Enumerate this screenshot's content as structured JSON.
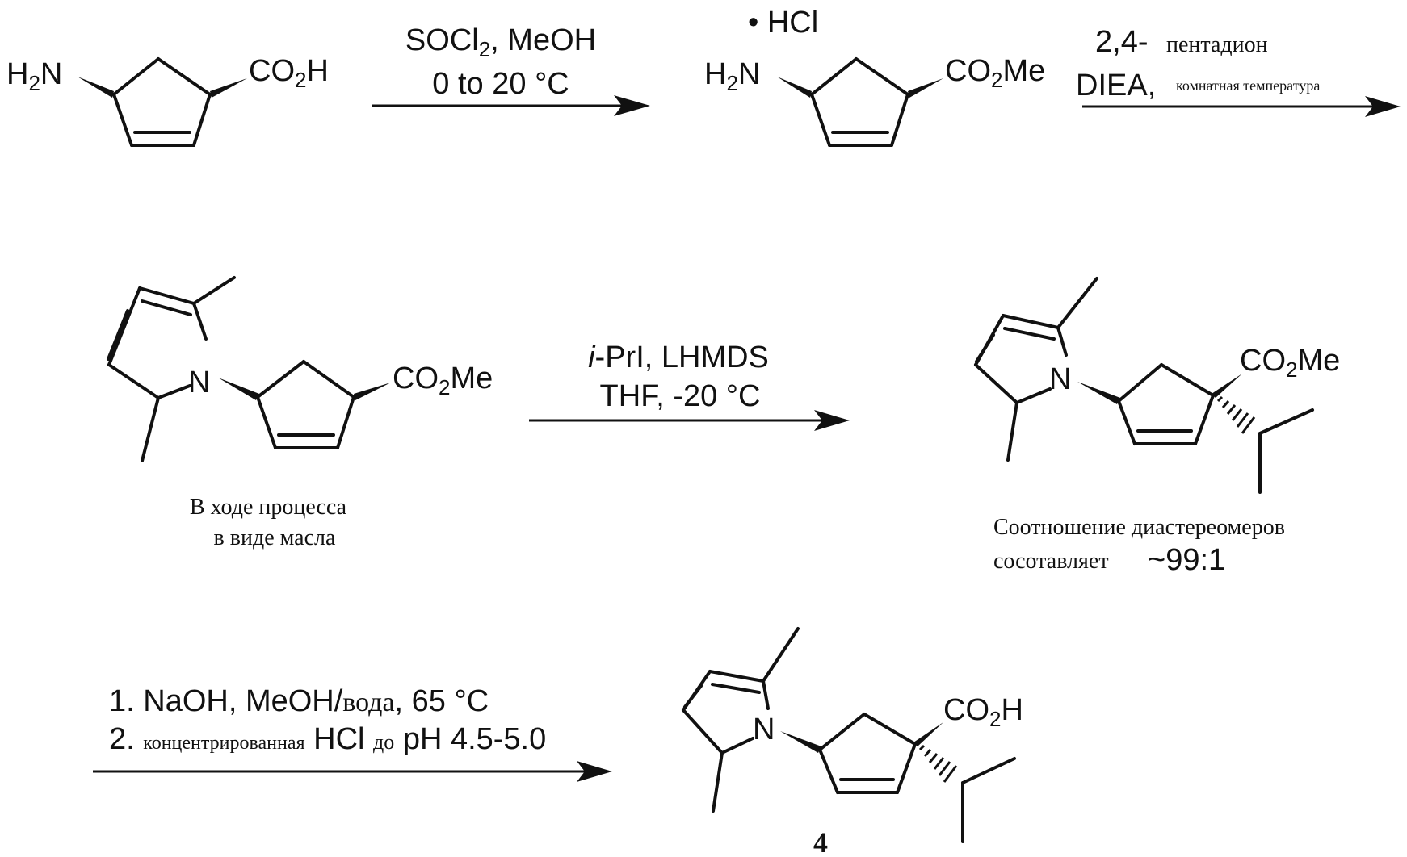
{
  "compounds": {
    "start": {
      "amine": "H2N",
      "acid": "CO2H"
    },
    "ester_salt": {
      "salt": "• HCl",
      "amine": "H2N",
      "ester": "CO2Me"
    },
    "pyrrole_ester": {
      "nitrogen": "N",
      "ester": "CO2Me",
      "note_line1": "В ходе процесса",
      "note_line2": "в виде масла"
    },
    "alkylated": {
      "nitrogen": "N",
      "ester": "CO2Me",
      "note_line1": "Соотношение диастереомеров",
      "note_line2": "сосотавляет",
      "ratio": "~99:1"
    },
    "product": {
      "nitrogen": "N",
      "acid": "CO2H",
      "label": "4"
    }
  },
  "steps": {
    "step1": {
      "line1": "SOCl2, MeOH",
      "line2": "0 to 20 °C"
    },
    "step2": {
      "line1_a": "2,4-",
      "line1_b": "пентадион",
      "line2_a": "DIEA,",
      "line2_b": "комнатная температура"
    },
    "step3": {
      "line1_a": "i",
      "line1_b": "-PrI, LHMDS",
      "line2": "THF, -20 °C"
    },
    "step4": {
      "line1": "1. NaOH, MeOH/",
      "line1_b": "вода",
      "line1_c": ", 65 °C",
      "line2_a": "2.",
      "line2_b": "концентрированная",
      "line2_c": "HCl",
      "line2_d": "до",
      "line2_e": "pH 4.5-5.0"
    }
  }
}
